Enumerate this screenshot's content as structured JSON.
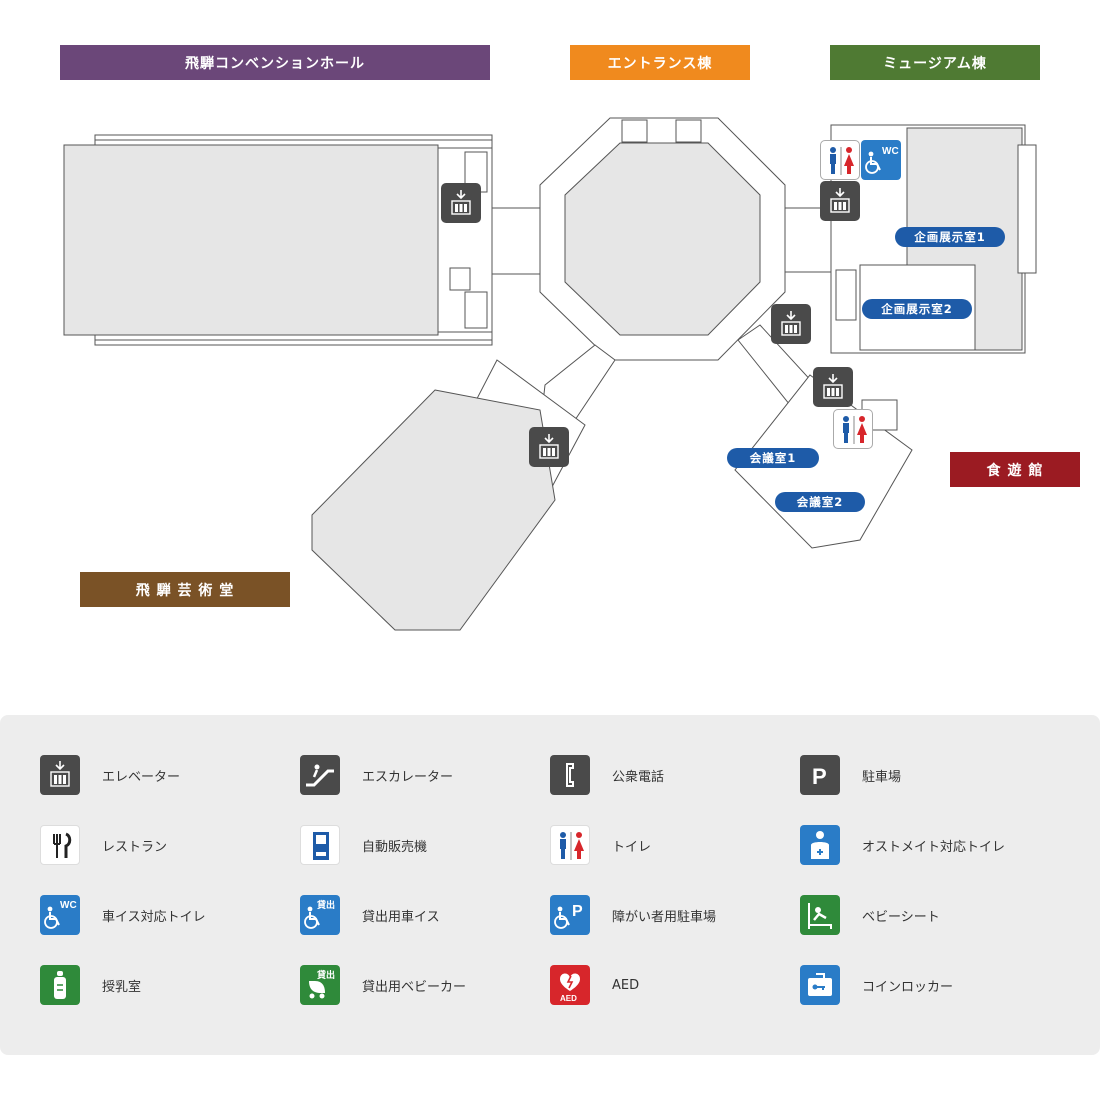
{
  "buildings": {
    "convention_hall": {
      "label": "飛騨コンベンションホール",
      "color": "#6b4779"
    },
    "entrance": {
      "label": "エントランス棟",
      "color": "#f08a1e"
    },
    "museum": {
      "label": "ミュージアム棟",
      "color": "#4f7a33"
    },
    "shokuyukan": {
      "label": "食 遊 館",
      "color": "#9b1b22"
    },
    "art_hall": {
      "label": "飛 騨 芸 術 堂",
      "color": "#7a5226"
    }
  },
  "rooms": {
    "exhibit1": "企画展示室1",
    "exhibit2": "企画展示室2",
    "meeting1": "会議室1",
    "meeting2": "会議室2"
  },
  "map_icons": {
    "elevator": "elevator-icon",
    "toilet": "toilet-icon",
    "wheelchair_toilet": "wheelchair-toilet-icon",
    "wc_text": "WC"
  },
  "legend": {
    "items": [
      {
        "label": "エレベーター",
        "icon": "elevator-icon",
        "color": "#4a4a4a"
      },
      {
        "label": "エスカレーター",
        "icon": "escalator-icon",
        "color": "#4a4a4a"
      },
      {
        "label": "公衆電話",
        "icon": "payphone-icon",
        "color": "#4a4a4a"
      },
      {
        "label": "駐車場",
        "icon": "parking-icon",
        "color": "#4a4a4a"
      },
      {
        "label": "レストラン",
        "icon": "restaurant-icon",
        "color": "#ffffff"
      },
      {
        "label": "自動販売機",
        "icon": "vending-machine-icon",
        "color": "#ffffff"
      },
      {
        "label": "トイレ",
        "icon": "toilet-icon",
        "color": "#ffffff"
      },
      {
        "label": "オストメイト対応トイレ",
        "icon": "ostomate-icon",
        "color": "#2a7cc7"
      },
      {
        "label": "車イス対応トイレ",
        "icon": "wheelchair-toilet-icon",
        "color": "#2a7cc7"
      },
      {
        "label": "貸出用車イス",
        "icon": "wheelchair-rental-icon",
        "color": "#2a7cc7"
      },
      {
        "label": "障がい者用駐車場",
        "icon": "accessible-parking-icon",
        "color": "#2a7cc7"
      },
      {
        "label": "ベビーシート",
        "icon": "baby-seat-icon",
        "color": "#2f8a3a"
      },
      {
        "label": "授乳室",
        "icon": "nursing-room-icon",
        "color": "#2f8a3a"
      },
      {
        "label": "貸出用ベビーカー",
        "icon": "stroller-rental-icon",
        "color": "#2f8a3a"
      },
      {
        "label": "AED",
        "icon": "aed-icon",
        "color": "#d7262b"
      },
      {
        "label": "コインロッカー",
        "icon": "coin-locker-icon",
        "color": "#2a7cc7"
      }
    ],
    "icon_texts": {
      "wc": "WC",
      "rental": "貸出",
      "aed": "AED",
      "parking": "P"
    }
  }
}
